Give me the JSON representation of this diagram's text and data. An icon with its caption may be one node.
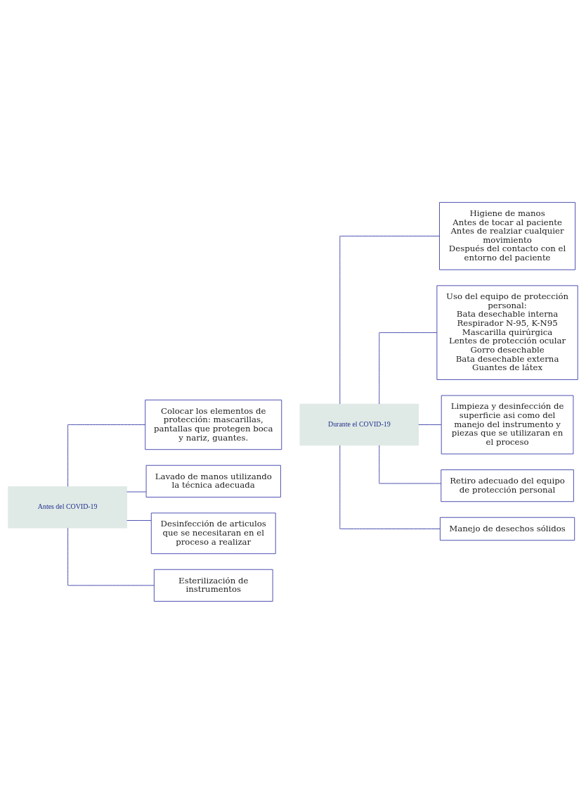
{
  "diagram": {
    "nodes": [
      {
        "text": [
          "Antes del COVID-19"
        ]
      },
      {
        "text": [
          "Colocar los elementos de protección: mascarillas, pantallas que protegen boca y nariz, guantes."
        ]
      },
      {
        "text": [
          "Lavado de manos utilizando la técnica adecuada"
        ]
      },
      {
        "text": [
          "Desinfección de articulos que se necesitaran en el proceso a realizar"
        ]
      },
      {
        "text": [
          "Esterilización de instrumentos"
        ]
      },
      {
        "text": [
          "Durante el COVID-19"
        ]
      },
      {
        "text": [
          "Higiene de manos",
          "Antes de tocar al paciente",
          "Antes de realziar cualquier movimiento",
          "Después del contacto con el entorno del paciente"
        ]
      },
      {
        "text": [
          "Uso del equipo de protección personal:",
          "Bata desechable interna",
          "Respirador N-95, K-N95",
          "Mascarilla quirúrgica",
          "Lentes de protección ocular",
          "Gorro desechable",
          "Bata desechable externa",
          "Guantes de látex"
        ]
      },
      {
        "text": [
          "Limpieza y desinfección de superficie asi como del manejo del instrumento y piezas que se utilizaran en el proceso"
        ]
      },
      {
        "text": [
          "Retiro adecuado del equipo de protección personal"
        ]
      },
      {
        "text": [
          "Manejo de desechos sólidos"
        ]
      }
    ],
    "edges": [
      {
        "from": 0,
        "to": 1,
        "arrow": "none"
      },
      {
        "from": 0,
        "to": 2,
        "arrow": "none"
      },
      {
        "from": 0,
        "to": 3,
        "arrow": "none"
      },
      {
        "from": 0,
        "to": 4,
        "arrow": "none"
      },
      {
        "from": 5,
        "to": 6,
        "arrow": "none"
      },
      {
        "from": 5,
        "to": 7,
        "arrow": "none"
      },
      {
        "from": 5,
        "to": 8,
        "arrow": "none"
      },
      {
        "from": 5,
        "to": 9,
        "arrow": "none"
      },
      {
        "from": 5,
        "to": 10,
        "arrow": "none"
      }
    ]
  }
}
